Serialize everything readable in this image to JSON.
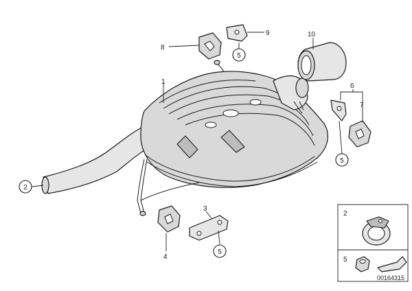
{
  "diagram": {
    "drawing_code": "00164315",
    "callouts": {
      "rear_muffler": "1",
      "clamp": "2",
      "bracket_front": "3",
      "mount_front": "4",
      "nut_a": "5",
      "nut_b": "5",
      "nut_c": "5",
      "bracket_right": "6",
      "mount_right": "7",
      "mount_top": "8",
      "bracket_top": "9",
      "tail_trim": "10",
      "inset_clamp": "2",
      "inset_nut": "5"
    }
  }
}
